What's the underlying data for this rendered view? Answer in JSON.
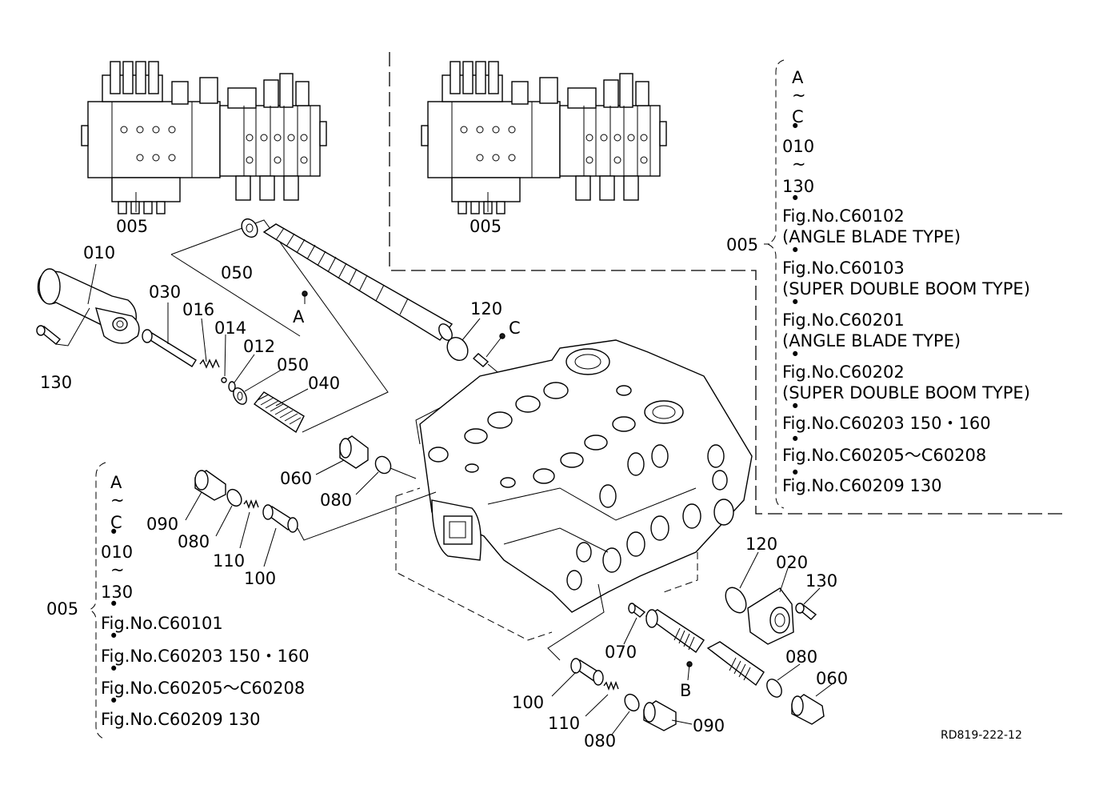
{
  "drawing_code": "RD819-222-12",
  "thumbnails": {
    "left_label": "005",
    "right_label": "005"
  },
  "right_note": {
    "label": "005",
    "lines": [
      "A",
      "~",
      "C",
      "•",
      "010",
      "~",
      "130",
      "•",
      "Fig.No.C60102",
      "(ANGLE BLADE TYPE)",
      "•",
      "Fig.No.C60103",
      "(SUPER DOUBLE BOOM TYPE)",
      "•",
      "Fig.No.C60201",
      "(ANGLE BLADE TYPE)",
      "•",
      "Fig.No.C60202",
      "(SUPER DOUBLE BOOM TYPE)",
      "•",
      "Fig.No.C60203  150・160",
      "•",
      "Fig.No.C60205～C60208",
      "•",
      "Fig.No.C60209  130"
    ]
  },
  "left_note": {
    "label": "005",
    "lines": [
      "A",
      "~",
      "C",
      "•",
      "010",
      "~",
      "130",
      "•",
      "Fig.No.C60101",
      "•",
      "Fig.No.C60203  150・160",
      "•",
      "Fig.No.C60205～C60208",
      "•",
      "Fig.No.C60209  130"
    ]
  },
  "callouts": {
    "p010": "010",
    "p130a": "130",
    "p030": "030",
    "p016": "016",
    "p014": "014",
    "p012": "012",
    "p050a": "050",
    "p050b": "050",
    "p040": "040",
    "pA": "A",
    "p120a": "120",
    "pC": "C",
    "p060a": "060",
    "p080a": "080",
    "p090a": "090",
    "p080b": "080",
    "p110a": "110",
    "p100a": "100",
    "p120b": "120",
    "p020": "020",
    "p130b": "130",
    "p070": "070",
    "pB": "B",
    "p080c": "080",
    "p060b": "060",
    "p100b": "100",
    "p110b": "110",
    "p080d": "080",
    "p090b": "090"
  }
}
